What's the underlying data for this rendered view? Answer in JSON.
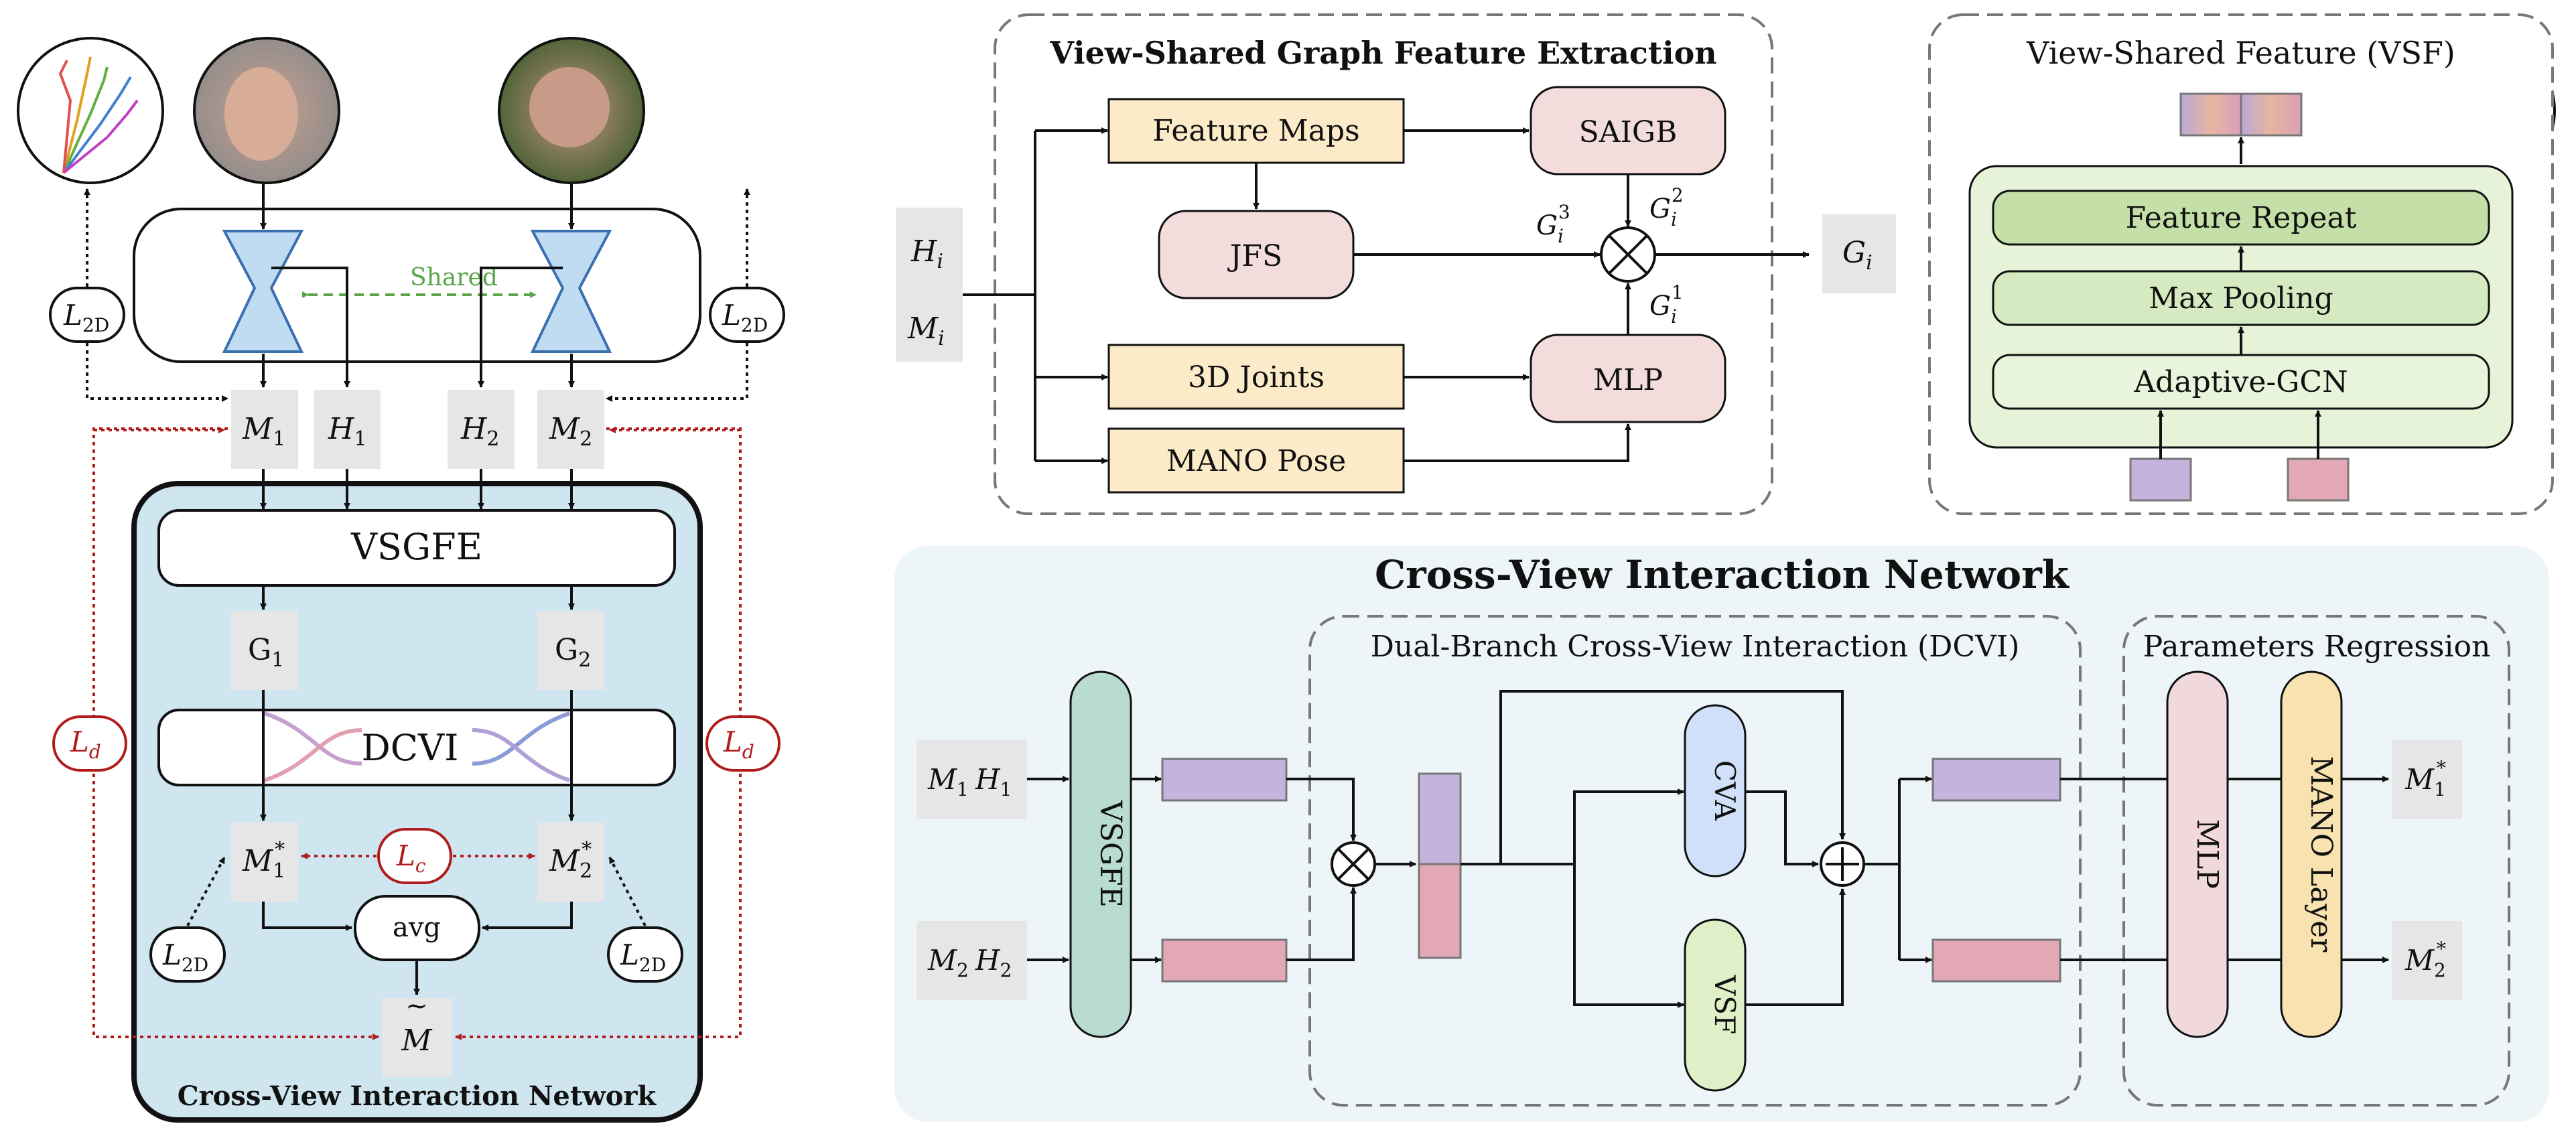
{
  "left": {
    "shared_label": "Shared",
    "l2d": "L",
    "l2d_sub": "2D",
    "m1": "M",
    "m1_sub": "1",
    "h1": "H",
    "h1_sub": "1",
    "h2": "H",
    "h2_sub": "2",
    "m2": "M",
    "m2_sub": "2",
    "vsgfe": "VSGFE",
    "g1": "G",
    "g1_sub": "1",
    "g2": "G",
    "g2_sub": "2",
    "dcvi": "DCVI",
    "ld": "L",
    "ld_sub": "d",
    "lc": "L",
    "lc_sub": "c",
    "m1star": "M",
    "m1star_sub": "1",
    "star": "*",
    "m2star": "M",
    "m2star_sub": "2",
    "avg": "avg",
    "mtilde": "M",
    "tilde": "~",
    "network_title": "Cross-View Interaction Network"
  },
  "vsgfe_panel": {
    "title": "View-Shared Graph Feature Extraction",
    "hi": "H",
    "hi_sub": "i",
    "mi": "M",
    "mi_sub": "i",
    "feature_maps": "Feature Maps",
    "saigb": "SAIGB",
    "jfs": "JFS",
    "joints": "3D Joints",
    "mlp": "MLP",
    "mano_pose": "MANO Pose",
    "g_sup3": "3",
    "g_sup2": "2",
    "g_sup1": "1",
    "gi": "G",
    "gi_sub": "i"
  },
  "vsf_panel": {
    "title": "View-Shared Feature (VSF)",
    "feature_repeat": "Feature Repeat",
    "max_pooling": "Max Pooling",
    "adaptive_gcn": "Adaptive-GCN"
  },
  "cvin_panel": {
    "title": "Cross-View Interaction Network",
    "dcvi_title": "Dual-Branch Cross-View Interaction (DCVI)",
    "pr_title": "Parameters Regression",
    "in1_m": "M",
    "in1_m_sub": "1",
    "in1_h": "H",
    "in1_h_sub": "1",
    "in2_m": "M",
    "in2_m_sub": "2",
    "in2_h": "H",
    "in2_h_sub": "2",
    "vsgfe": "VSGFE",
    "cva": "CVA",
    "vsf": "VSF",
    "mlp": "MLP",
    "mano_layer": "MANO Layer",
    "out1": "M",
    "out1_sub": "1",
    "out2": "M",
    "out2_sub": "2",
    "star": "*"
  },
  "colors": {
    "bg_blue": "#cfe6f1",
    "light_blue_panel": "#edf5f8",
    "pink_box": "#f2dcdc",
    "yellow_box": "#fcebc8",
    "gray_box": "#e6e6e6",
    "green_dark": "#c4e0a8",
    "green_light": "#e6f3d8",
    "purple_feat": "#c4b3dc",
    "pink_feat": "#e2a8b6",
    "red_dashed": "#b01c1c",
    "green_dashed": "#5aa54a",
    "vsgfe_teal": "#b8ddd0",
    "cva_blue": "#cfe0f8",
    "vsf_green": "#dff0c8",
    "mlp_pink": "#f0d8dc",
    "mano_yellow": "#f8e2b0"
  }
}
